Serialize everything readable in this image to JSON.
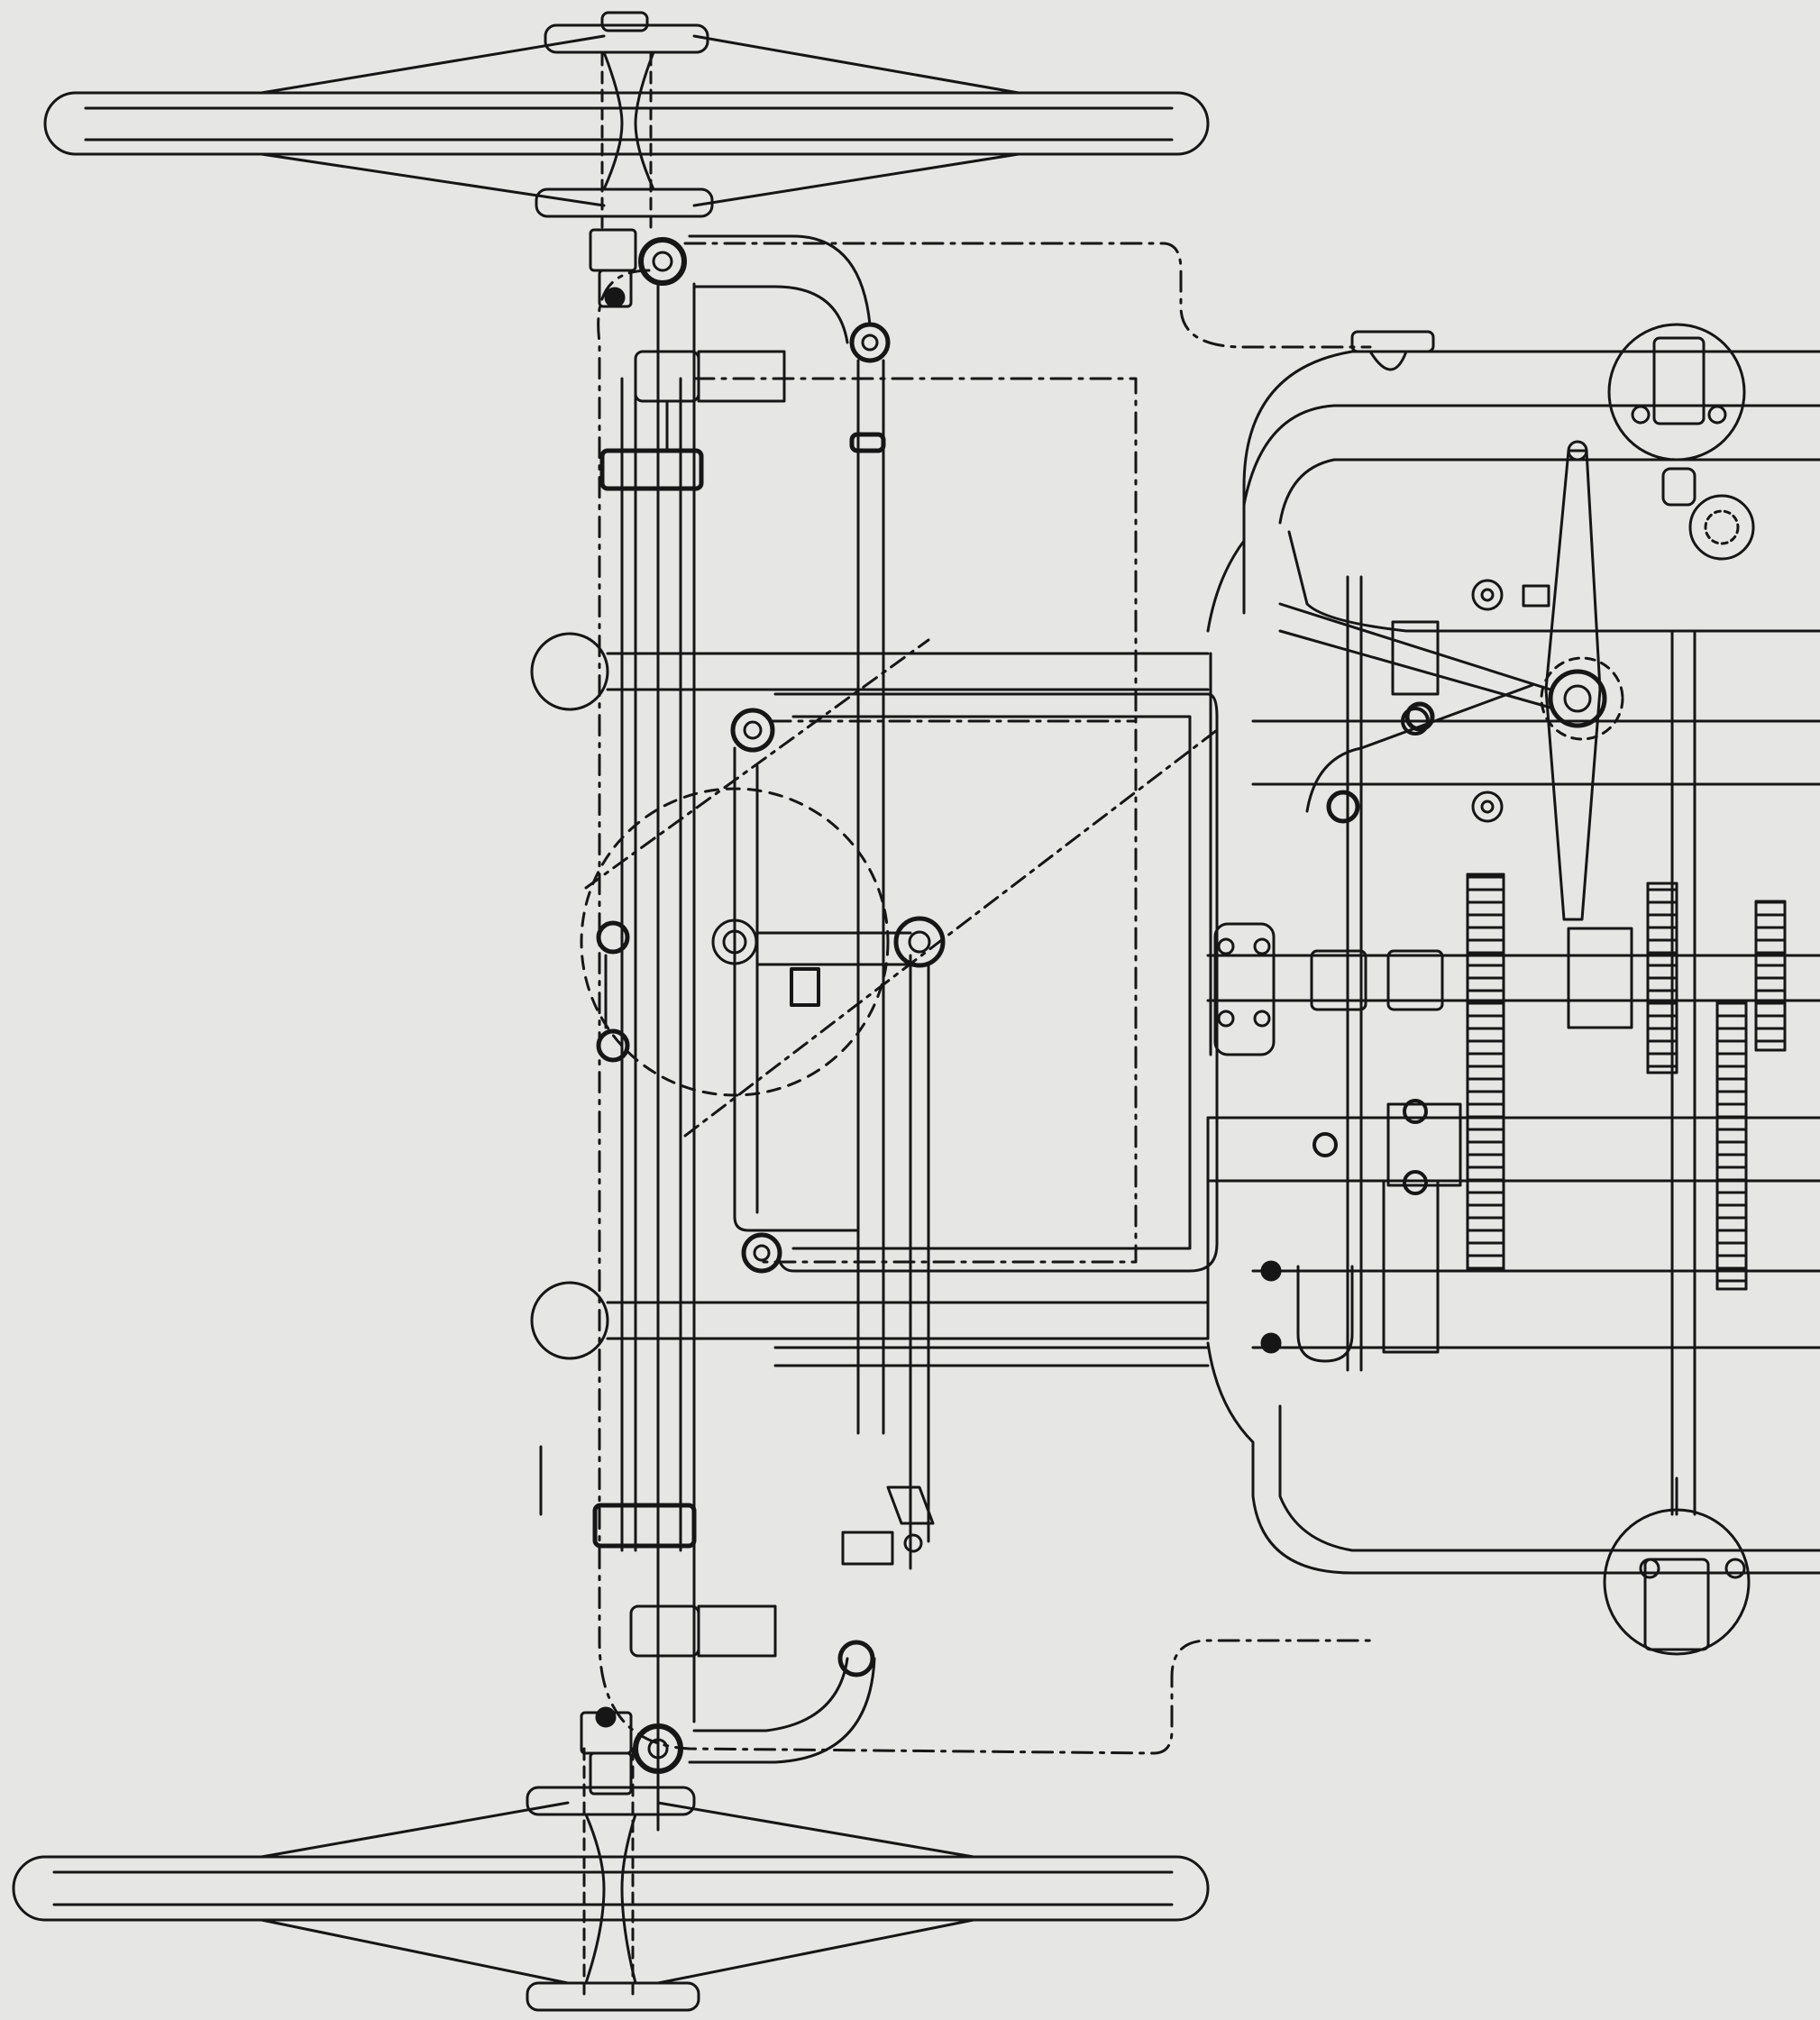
{
  "drawing": {
    "paper_color": "#e6e6e4",
    "ink_color": "#161616",
    "parts": [
      "front-wheel-top",
      "front-wheel-bottom",
      "front-axle",
      "steering-linkage",
      "chassis-frame-outline",
      "gearbox-housing",
      "gear-train",
      "shift-lever",
      "rear-hub-top",
      "rear-hub-bottom"
    ]
  }
}
